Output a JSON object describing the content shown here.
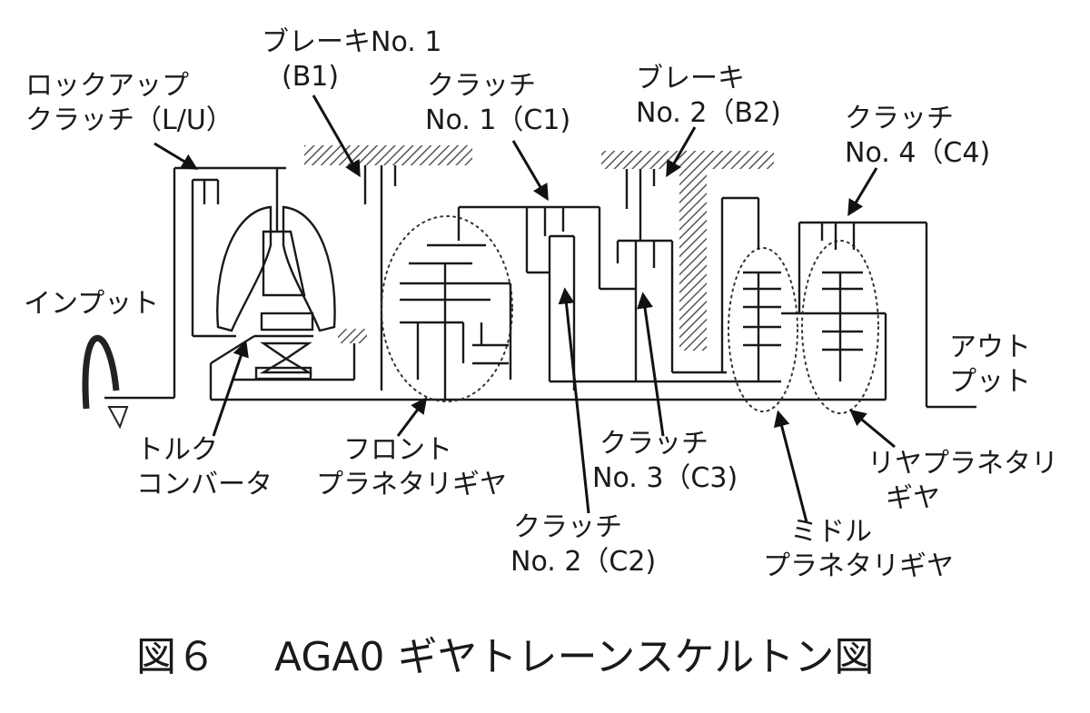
{
  "labels": {
    "lockup_1": "ロックアップ",
    "lockup_2": "クラッチ（L/U）",
    "brake1_1": "ブレーキNo. 1",
    "brake1_2": "(B1)",
    "c1_1": "クラッチ",
    "c1_2": "No. 1（C1)",
    "brake2_1": "ブレーキ",
    "brake2_2": "No. 2（B2)",
    "c4_1": "クラッチ",
    "c4_2": "No. 4（C4)",
    "input": "インプット",
    "output_1": "アウト",
    "output_2": "プット",
    "torque_1": "トルク",
    "torque_2": "コンバータ",
    "front_1": "フロント",
    "front_2": "プラネタリギヤ",
    "c3_1": "クラッチ",
    "c3_2": "No. 3（C3)",
    "c2_1": "クラッチ",
    "c2_2": "No. 2（C2)",
    "rear_1": "リヤプラネタリ",
    "rear_2": "ギヤ",
    "middle_1": "ミドル",
    "middle_2": "プラネタリギヤ"
  },
  "caption": {
    "figure_no": "図６",
    "title": "AGA0 ギヤトレーンスケルトン図"
  }
}
